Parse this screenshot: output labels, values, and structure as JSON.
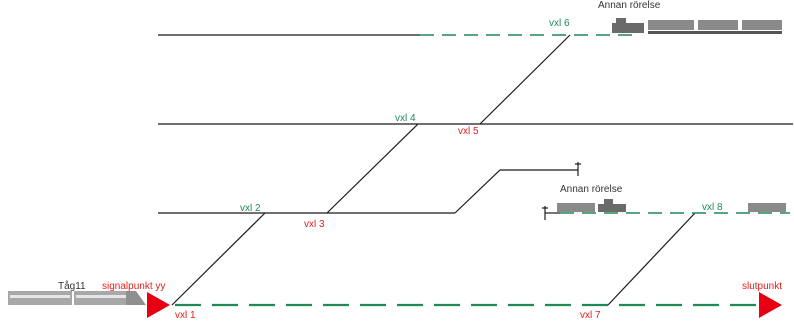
{
  "colors": {
    "track": "#1a1a1a",
    "route": "#1f8a55",
    "switch_green": "#1f8a55",
    "switch_red": "#e0201c",
    "signal": "#e60012",
    "train": "#9a9a9a"
  },
  "switches": {
    "vxl1": "vxl 1",
    "vxl2": "vxl 2",
    "vxl3": "vxl 3",
    "vxl4": "vxl 4",
    "vxl5": "vxl 5",
    "vxl6": "vxl 6",
    "vxl7": "vxl 7",
    "vxl8": "vxl 8"
  },
  "labels": {
    "train_name": "Tåg11",
    "start_signal": "signalpunkt yy",
    "end_signal": "slutpunkt",
    "other_movement": "Annan rörelse",
    "other_movement_top": "Annan rörelse"
  },
  "icons": {
    "start_marker": "triangle-right-icon",
    "end_marker": "triangle-right-icon",
    "buffer_stop": "buffer-stop-icon"
  }
}
